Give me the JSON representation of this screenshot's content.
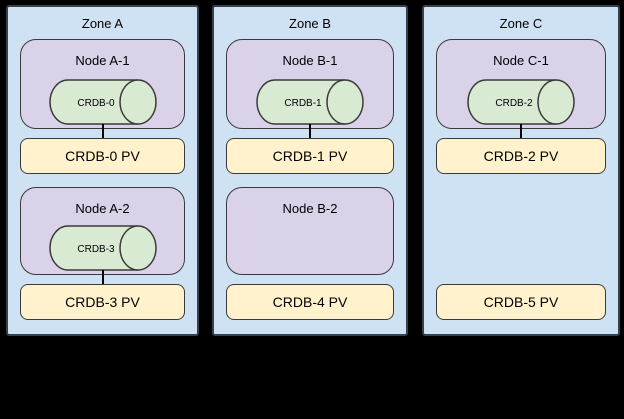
{
  "colors": {
    "background": "#000000",
    "zone_fill": "#cfe2f3",
    "zone_border": "#36414f",
    "node_fill": "#d9d2e9",
    "pod_fill": "#d9ead3",
    "pv_fill": "#fff2cc",
    "shape_border": "#3a3a3a",
    "text": "#000000"
  },
  "zones": [
    {
      "title": "Zone A",
      "nodes": [
        {
          "label": "Node A-1",
          "pod": "CRDB-0"
        },
        {
          "label": "Node A-2",
          "pod": "CRDB-3"
        }
      ],
      "pvs": [
        "CRDB-0 PV",
        "CRDB-3 PV"
      ]
    },
    {
      "title": "Zone B",
      "nodes": [
        {
          "label": "Node B-1",
          "pod": "CRDB-1"
        },
        {
          "label": "Node B-2"
        }
      ],
      "pvs": [
        "CRDB-1 PV",
        "CRDB-4 PV"
      ]
    },
    {
      "title": "Zone C",
      "nodes": [
        {
          "label": "Node C-1",
          "pod": "CRDB-2"
        }
      ],
      "pvs": [
        "CRDB-2 PV",
        "CRDB-5 PV"
      ]
    }
  ]
}
